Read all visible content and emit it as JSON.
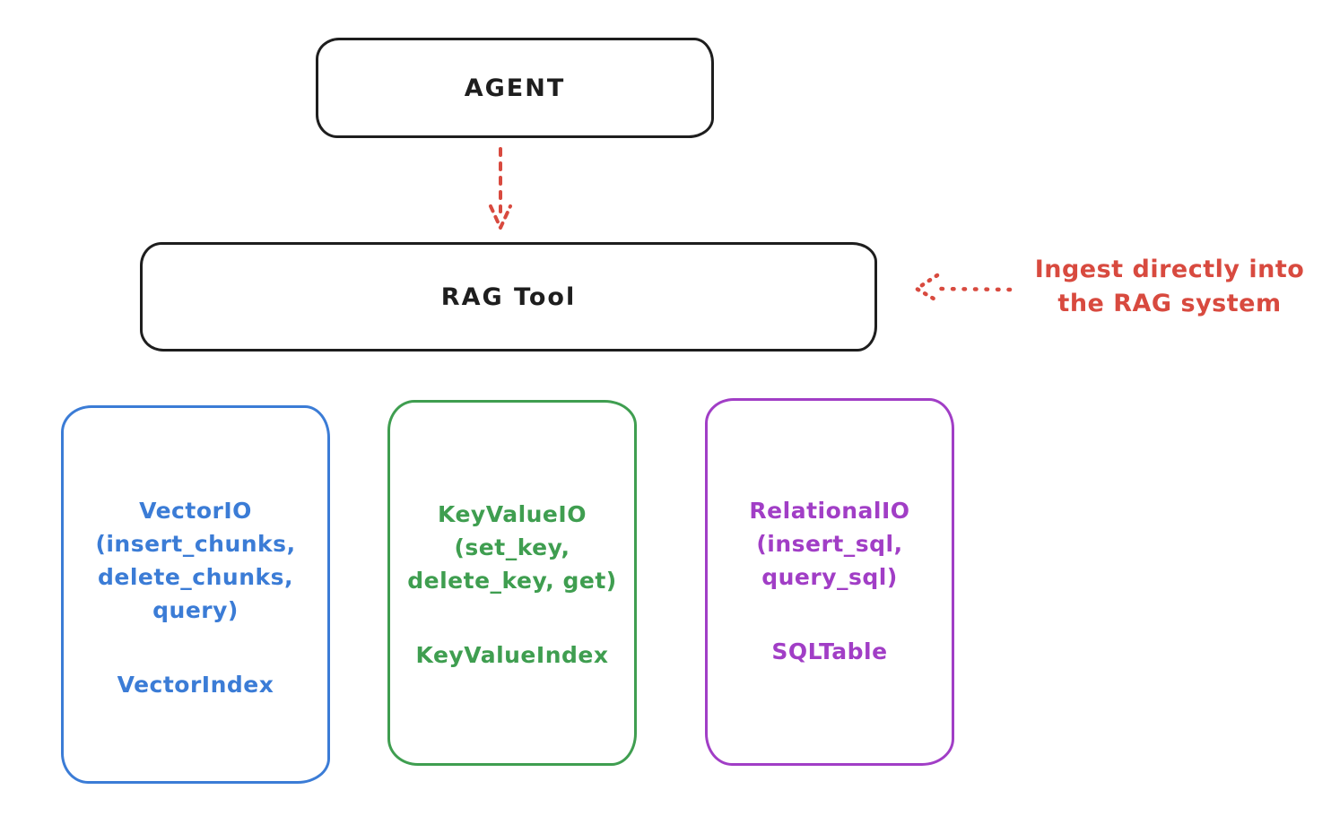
{
  "agent": {
    "label": "AGENT"
  },
  "rag_tool": {
    "label": "RAG Tool"
  },
  "annotation": {
    "line1": "Ingest directly into",
    "line2": "the RAG system"
  },
  "backends": [
    {
      "id": "vector-io",
      "lines": [
        "VectorIO",
        "(insert_chunks,",
        "delete_chunks,",
        "query)"
      ],
      "index": "VectorIndex",
      "color": "#3b7cd6"
    },
    {
      "id": "keyvalue-io",
      "lines": [
        "KeyValueIO",
        "(set_key,",
        "delete_key, get)"
      ],
      "index": "KeyValueIndex",
      "color": "#3f9e50"
    },
    {
      "id": "relational-io",
      "lines": [
        "RelationalIO",
        "(insert_sql,",
        "query_sql)"
      ],
      "index": "SQLTable",
      "color": "#a13ec6"
    }
  ],
  "colors": {
    "outline": "#1e1e1e",
    "arrow_and_annotation": "#d84a3f",
    "background": "#ffffff"
  }
}
